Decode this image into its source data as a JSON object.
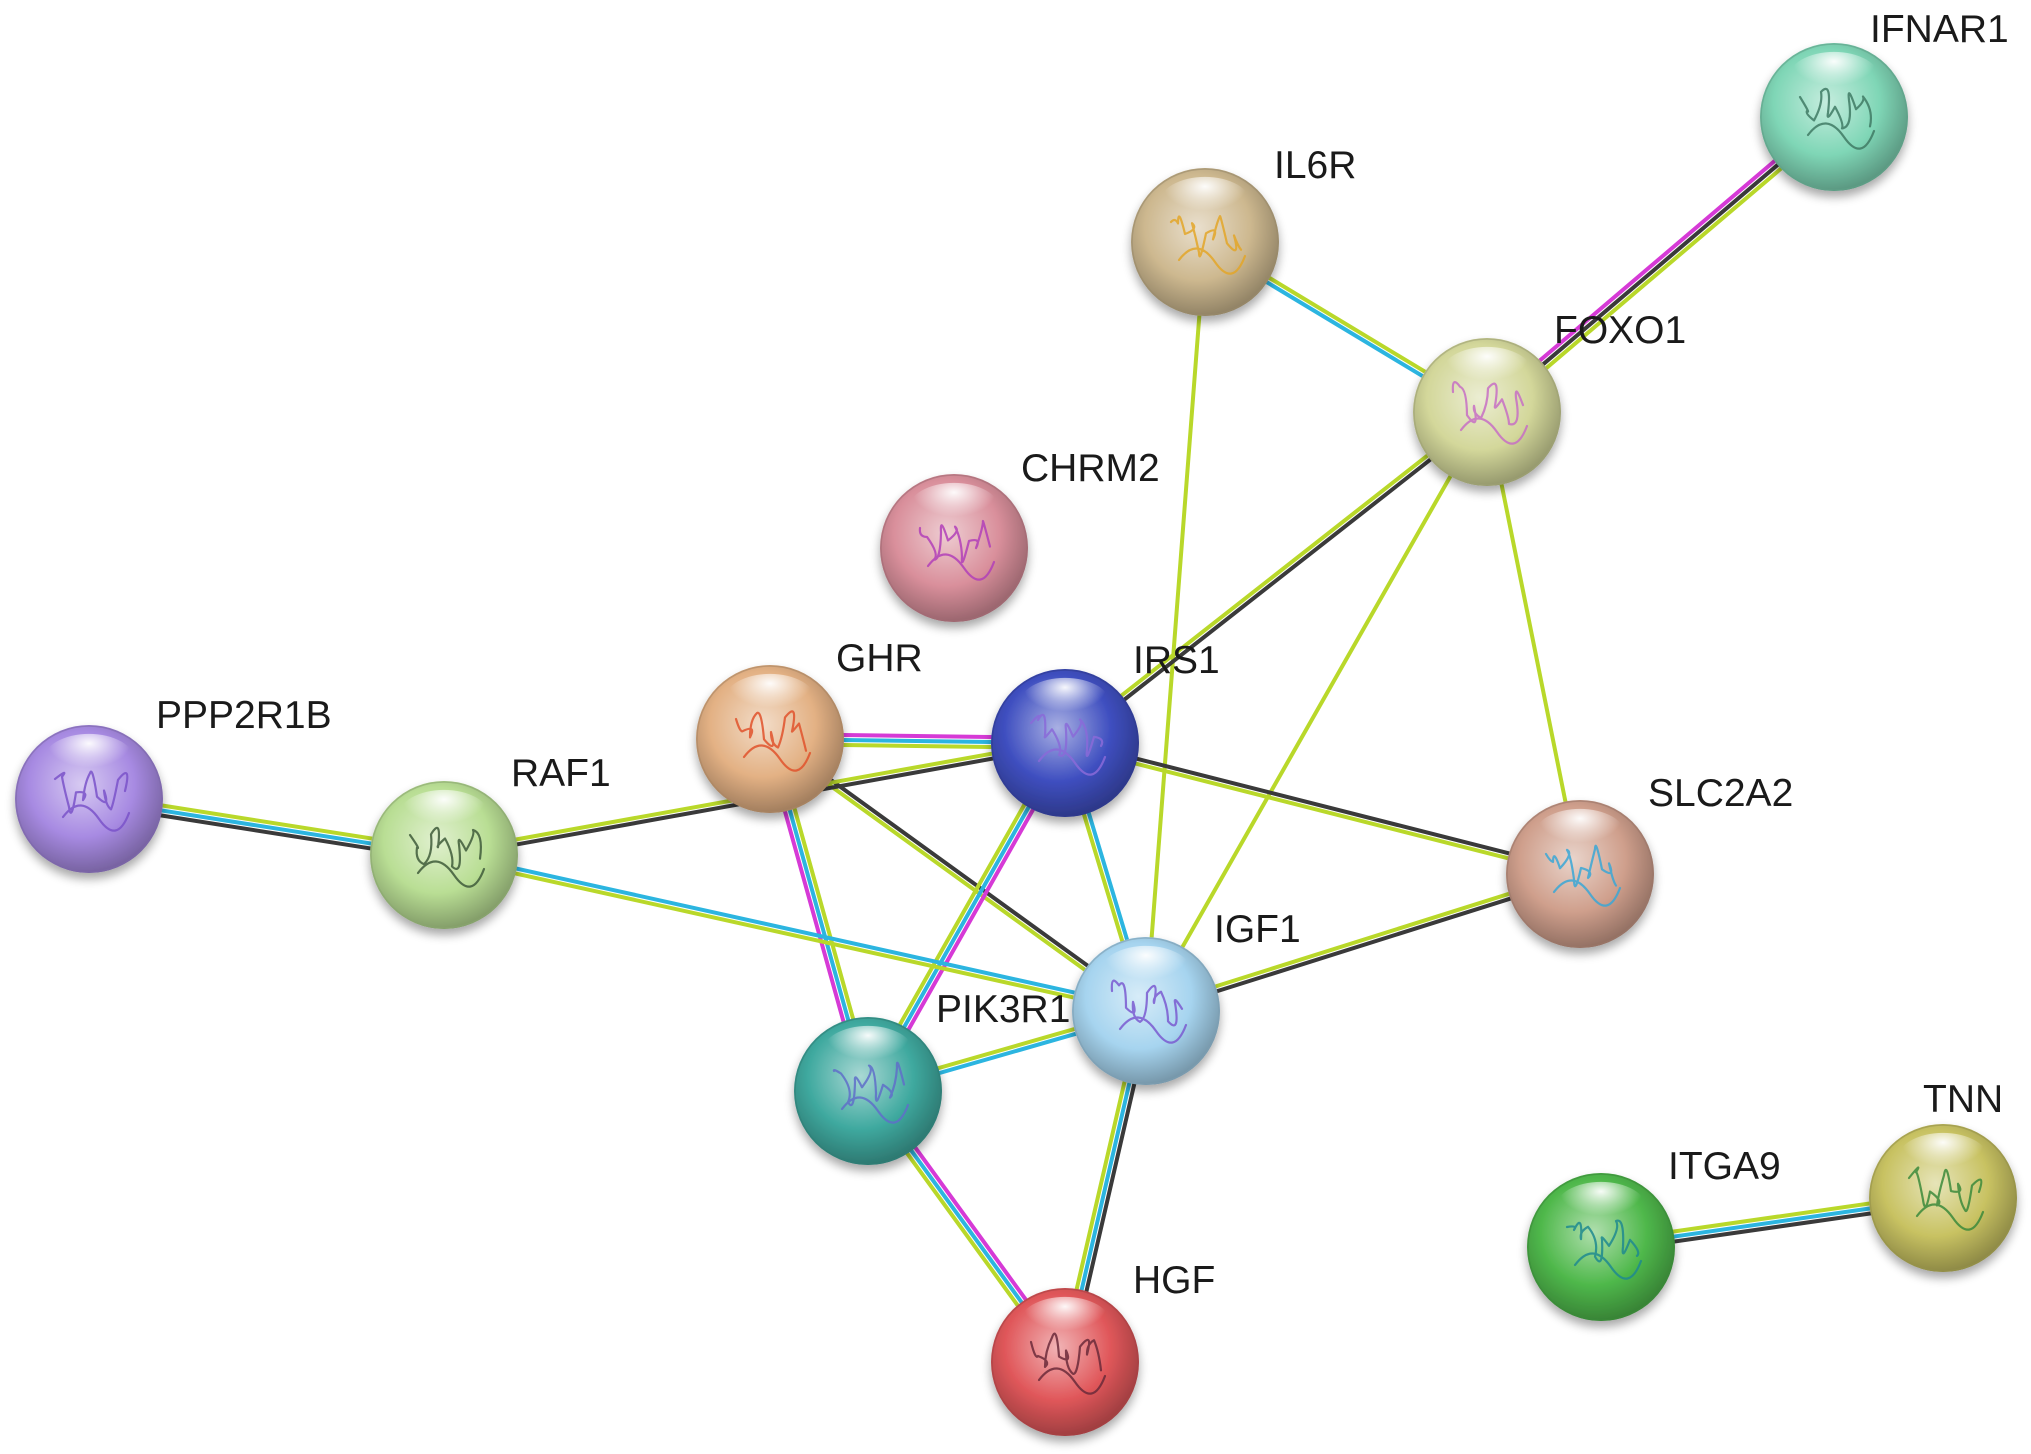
{
  "network": {
    "edge_colors": {
      "black": "#3a3a3a",
      "cyan": "#2cb5e0",
      "magenta": "#d63ad6",
      "lime": "#b9d82a"
    },
    "nodes": [
      {
        "id": "IFNAR1",
        "label": "IFNAR1",
        "color": "#7fd6b6",
        "structure_color": "#3f7a64",
        "icon": "ifnar1-structure-icon"
      },
      {
        "id": "IL6R",
        "label": "IL6R",
        "color": "#cdb88f",
        "structure_color": "#e3a628",
        "icon": "il6r-structure-icon"
      },
      {
        "id": "FOXO1",
        "label": "FOXO1",
        "color": "#d3d79a",
        "structure_color": "#c76fc4",
        "icon": "foxo1-structure-icon"
      },
      {
        "id": "CHRM2",
        "label": "CHRM2",
        "color": "#d98f9b",
        "structure_color": "#b13fb8",
        "icon": "chrm2-structure-icon"
      },
      {
        "id": "GHR",
        "label": "GHR",
        "color": "#e3b184",
        "structure_color": "#e0522b",
        "icon": "ghr-structure-icon"
      },
      {
        "id": "IRS1",
        "label": "IRS1",
        "color": "#3f4fc0",
        "structure_color": "#8a6ad8",
        "icon": "irs1-structure-icon"
      },
      {
        "id": "PPP2R1B",
        "label": "PPP2R1B",
        "color": "#a78ae2",
        "structure_color": "#7a52c9",
        "icon": "ppp2r1b-structure-icon"
      },
      {
        "id": "RAF1",
        "label": "RAF1",
        "color": "#b9de94",
        "structure_color": "#3e5a3a",
        "icon": "raf1-structure-icon"
      },
      {
        "id": "SLC2A2",
        "label": "SLC2A2",
        "color": "#cf9f8c",
        "structure_color": "#3aa7d6",
        "icon": "slc2a2-structure-icon"
      },
      {
        "id": "IGF1",
        "label": "IGF1",
        "color": "#a6d4ef",
        "structure_color": "#7a5ad0",
        "icon": "igf1-structure-icon"
      },
      {
        "id": "PIK3R1",
        "label": "PIK3R1",
        "color": "#3fa99f",
        "structure_color": "#5f6fc9",
        "icon": "pik3r1-structure-icon"
      },
      {
        "id": "HGF",
        "label": "HGF",
        "color": "#e0575a",
        "structure_color": "#6b2a3a",
        "icon": "hgf-structure-icon"
      },
      {
        "id": "ITGA9",
        "label": "ITGA9",
        "color": "#4fb84b",
        "structure_color": "#1f8a8f",
        "icon": "itga9-structure-icon"
      },
      {
        "id": "TNN",
        "label": "TNN",
        "color": "#c8c262",
        "structure_color": "#3b8a3b",
        "icon": "tnn-structure-icon"
      }
    ],
    "edges": [
      {
        "source": "IFNAR1",
        "target": "FOXO1",
        "types": [
          "lime",
          "black",
          "magenta"
        ]
      },
      {
        "source": "IL6R",
        "target": "FOXO1",
        "types": [
          "lime",
          "cyan"
        ]
      },
      {
        "source": "IL6R",
        "target": "IGF1",
        "types": [
          "lime"
        ]
      },
      {
        "source": "FOXO1",
        "target": "IRS1",
        "types": [
          "black",
          "lime"
        ]
      },
      {
        "source": "FOXO1",
        "target": "IGF1",
        "types": [
          "lime"
        ]
      },
      {
        "source": "FOXO1",
        "target": "SLC2A2",
        "types": [
          "lime"
        ]
      },
      {
        "source": "GHR",
        "target": "IRS1",
        "types": [
          "magenta",
          "cyan",
          "lime"
        ]
      },
      {
        "source": "GHR",
        "target": "IGF1",
        "types": [
          "black",
          "lime"
        ]
      },
      {
        "source": "GHR",
        "target": "PIK3R1",
        "types": [
          "lime",
          "cyan",
          "magenta"
        ]
      },
      {
        "source": "IRS1",
        "target": "SLC2A2",
        "types": [
          "black",
          "lime"
        ]
      },
      {
        "source": "IRS1",
        "target": "IGF1",
        "types": [
          "cyan",
          "lime"
        ]
      },
      {
        "source": "IRS1",
        "target": "PIK3R1",
        "types": [
          "magenta",
          "cyan",
          "lime"
        ]
      },
      {
        "source": "IRS1",
        "target": "RAF1",
        "types": [
          "black",
          "lime"
        ]
      },
      {
        "source": "PPP2R1B",
        "target": "RAF1",
        "types": [
          "lime",
          "cyan",
          "black"
        ]
      },
      {
        "source": "RAF1",
        "target": "IGF1",
        "types": [
          "cyan",
          "lime"
        ]
      },
      {
        "source": "SLC2A2",
        "target": "IGF1",
        "types": [
          "black",
          "lime"
        ]
      },
      {
        "source": "IGF1",
        "target": "PIK3R1",
        "types": [
          "cyan",
          "lime"
        ]
      },
      {
        "source": "IGF1",
        "target": "HGF",
        "types": [
          "black",
          "cyan",
          "lime"
        ]
      },
      {
        "source": "PIK3R1",
        "target": "HGF",
        "types": [
          "magenta",
          "cyan",
          "lime"
        ]
      },
      {
        "source": "ITGA9",
        "target": "TNN",
        "types": [
          "lime",
          "cyan",
          "black"
        ]
      }
    ]
  }
}
